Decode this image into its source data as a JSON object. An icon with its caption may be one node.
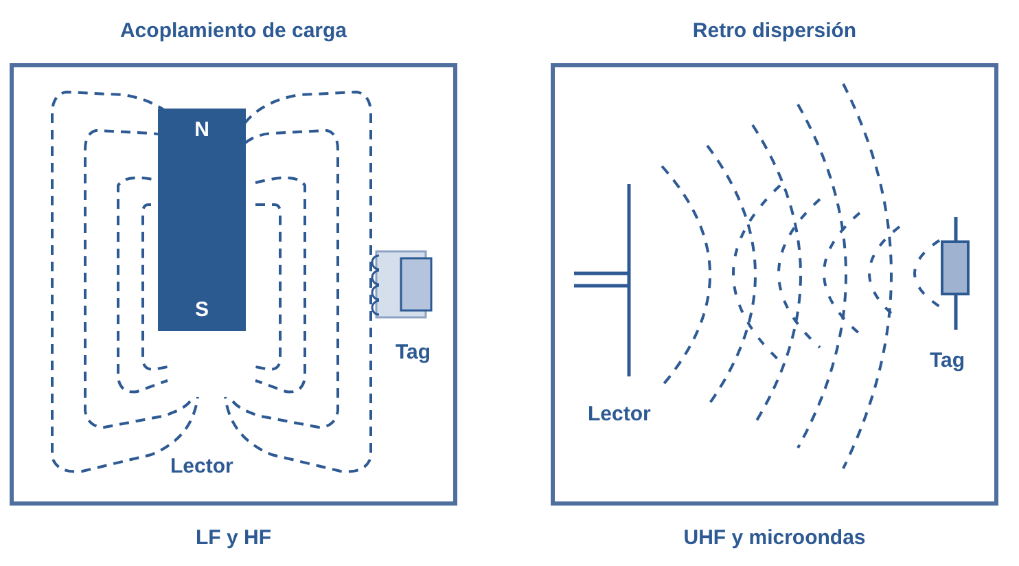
{
  "diagram": {
    "nodes": [
      {
        "text": [
          "Acoplamiento de carga"
        ],
        "beside": [
          "LF y HF"
        ]
      },
      {
        "text": [
          "N",
          "S"
        ],
        "in": 0
      },
      {
        "text": [
          "Retro dispersión"
        ],
        "beside": [
          "UHF y microondas"
        ]
      }
    ],
    "labels": [
      "Tag",
      "Lector",
      "Tag",
      "Lector"
    ]
  }
}
